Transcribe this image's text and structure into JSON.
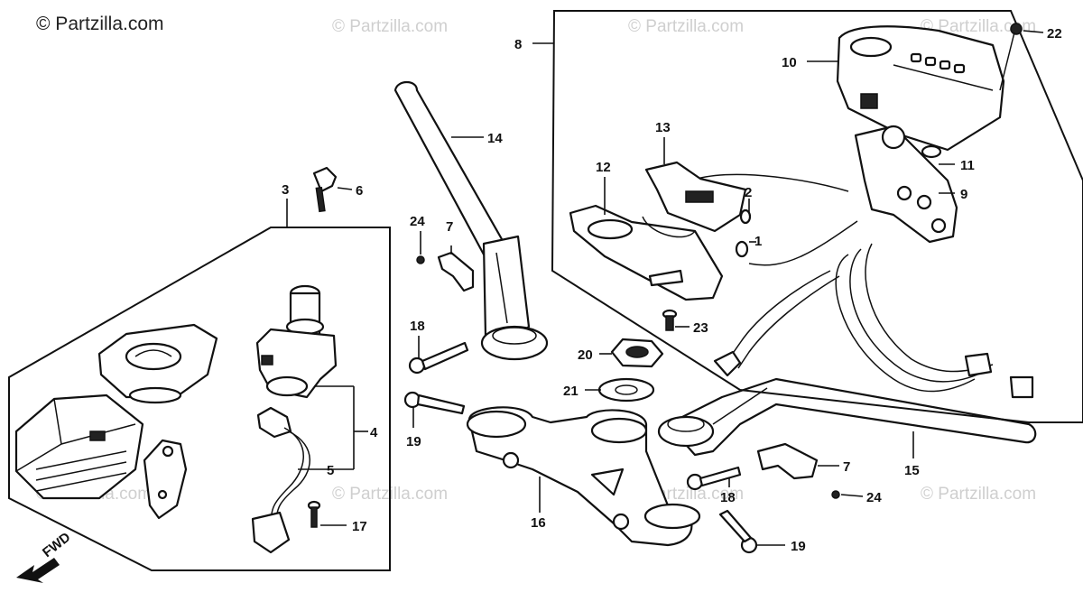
{
  "watermarks": {
    "main": "© Partzilla.com",
    "faint": "© Partzilla.com"
  },
  "fwd_label": "FWD",
  "callouts": {
    "c1": "1",
    "c2": "2",
    "c3": "3",
    "c4": "4",
    "c5": "5",
    "c6": "6",
    "c7a": "7",
    "c7b": "7",
    "c8": "8",
    "c9": "9",
    "c10": "10",
    "c11": "11",
    "c12": "12",
    "c13": "13",
    "c14": "14",
    "c15": "15",
    "c16": "16",
    "c17": "17",
    "c18a": "18",
    "c18b": "18",
    "c19a": "19",
    "c19b": "19",
    "c20": "20",
    "c21": "21",
    "c22": "22",
    "c23": "23",
    "c24a": "24",
    "c24b": "24"
  },
  "colors": {
    "ink": "#111111",
    "watermark": "#cfcfcf",
    "background": "#ffffff"
  }
}
